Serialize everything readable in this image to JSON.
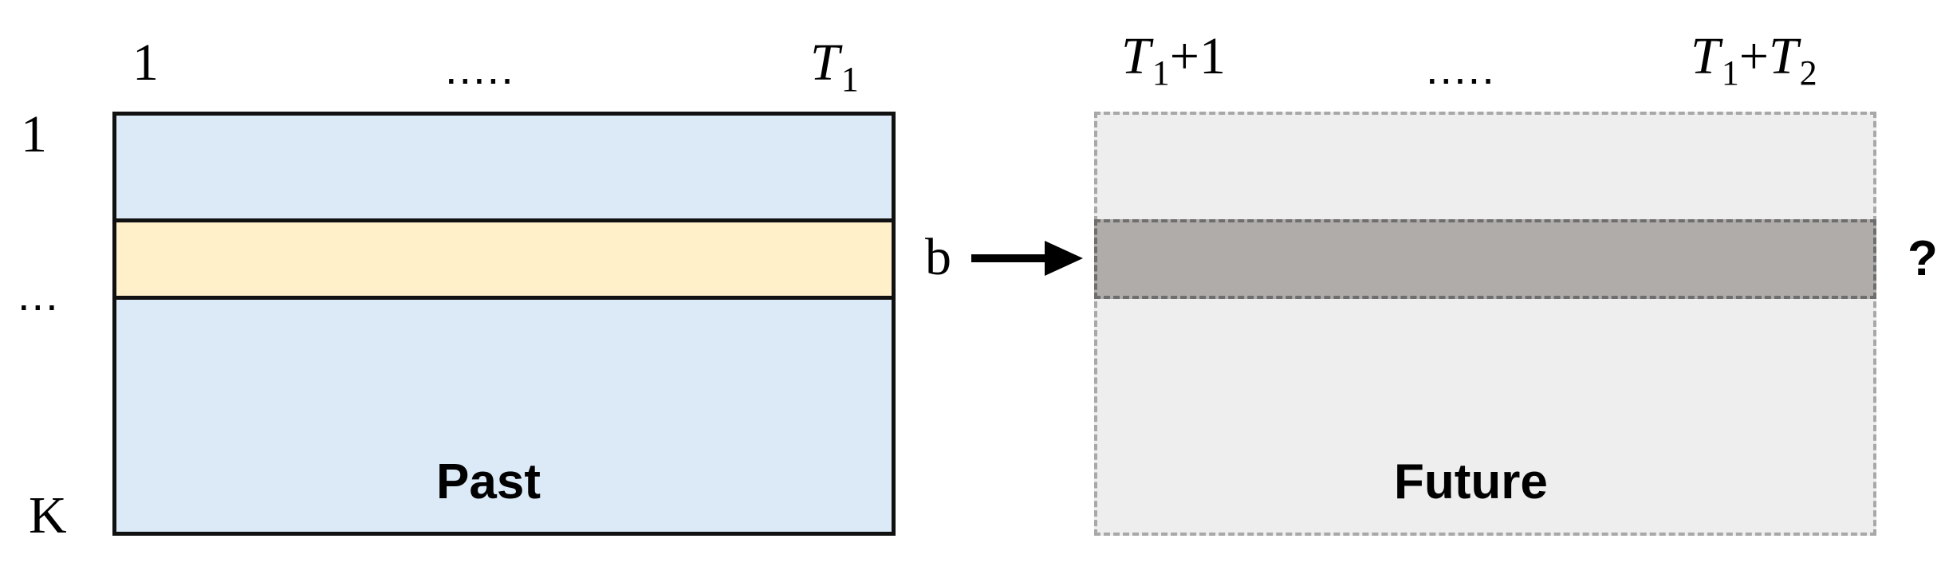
{
  "past": {
    "col_start": "1",
    "col_dots": ".....",
    "col_end_var": "T",
    "col_end_sub": "1",
    "row_start": "1",
    "row_dots": "...",
    "row_end": "K",
    "label": "Past"
  },
  "future": {
    "col_start_var": "T",
    "col_start_sub": "1",
    "col_start_suffix": "+1",
    "col_dots": ".....",
    "col_end_var1": "T",
    "col_end_sub1": "1",
    "col_end_plus": "+",
    "col_end_var2": "T",
    "col_end_sub2": "2",
    "label": "Future",
    "unknown_mark": "?"
  },
  "link": {
    "label": "b"
  },
  "colors": {
    "past_fill": "#dbeaf6",
    "past_band": "#fff0c9",
    "future_fill": "#eeeeee",
    "future_band": "#b0acaa"
  }
}
